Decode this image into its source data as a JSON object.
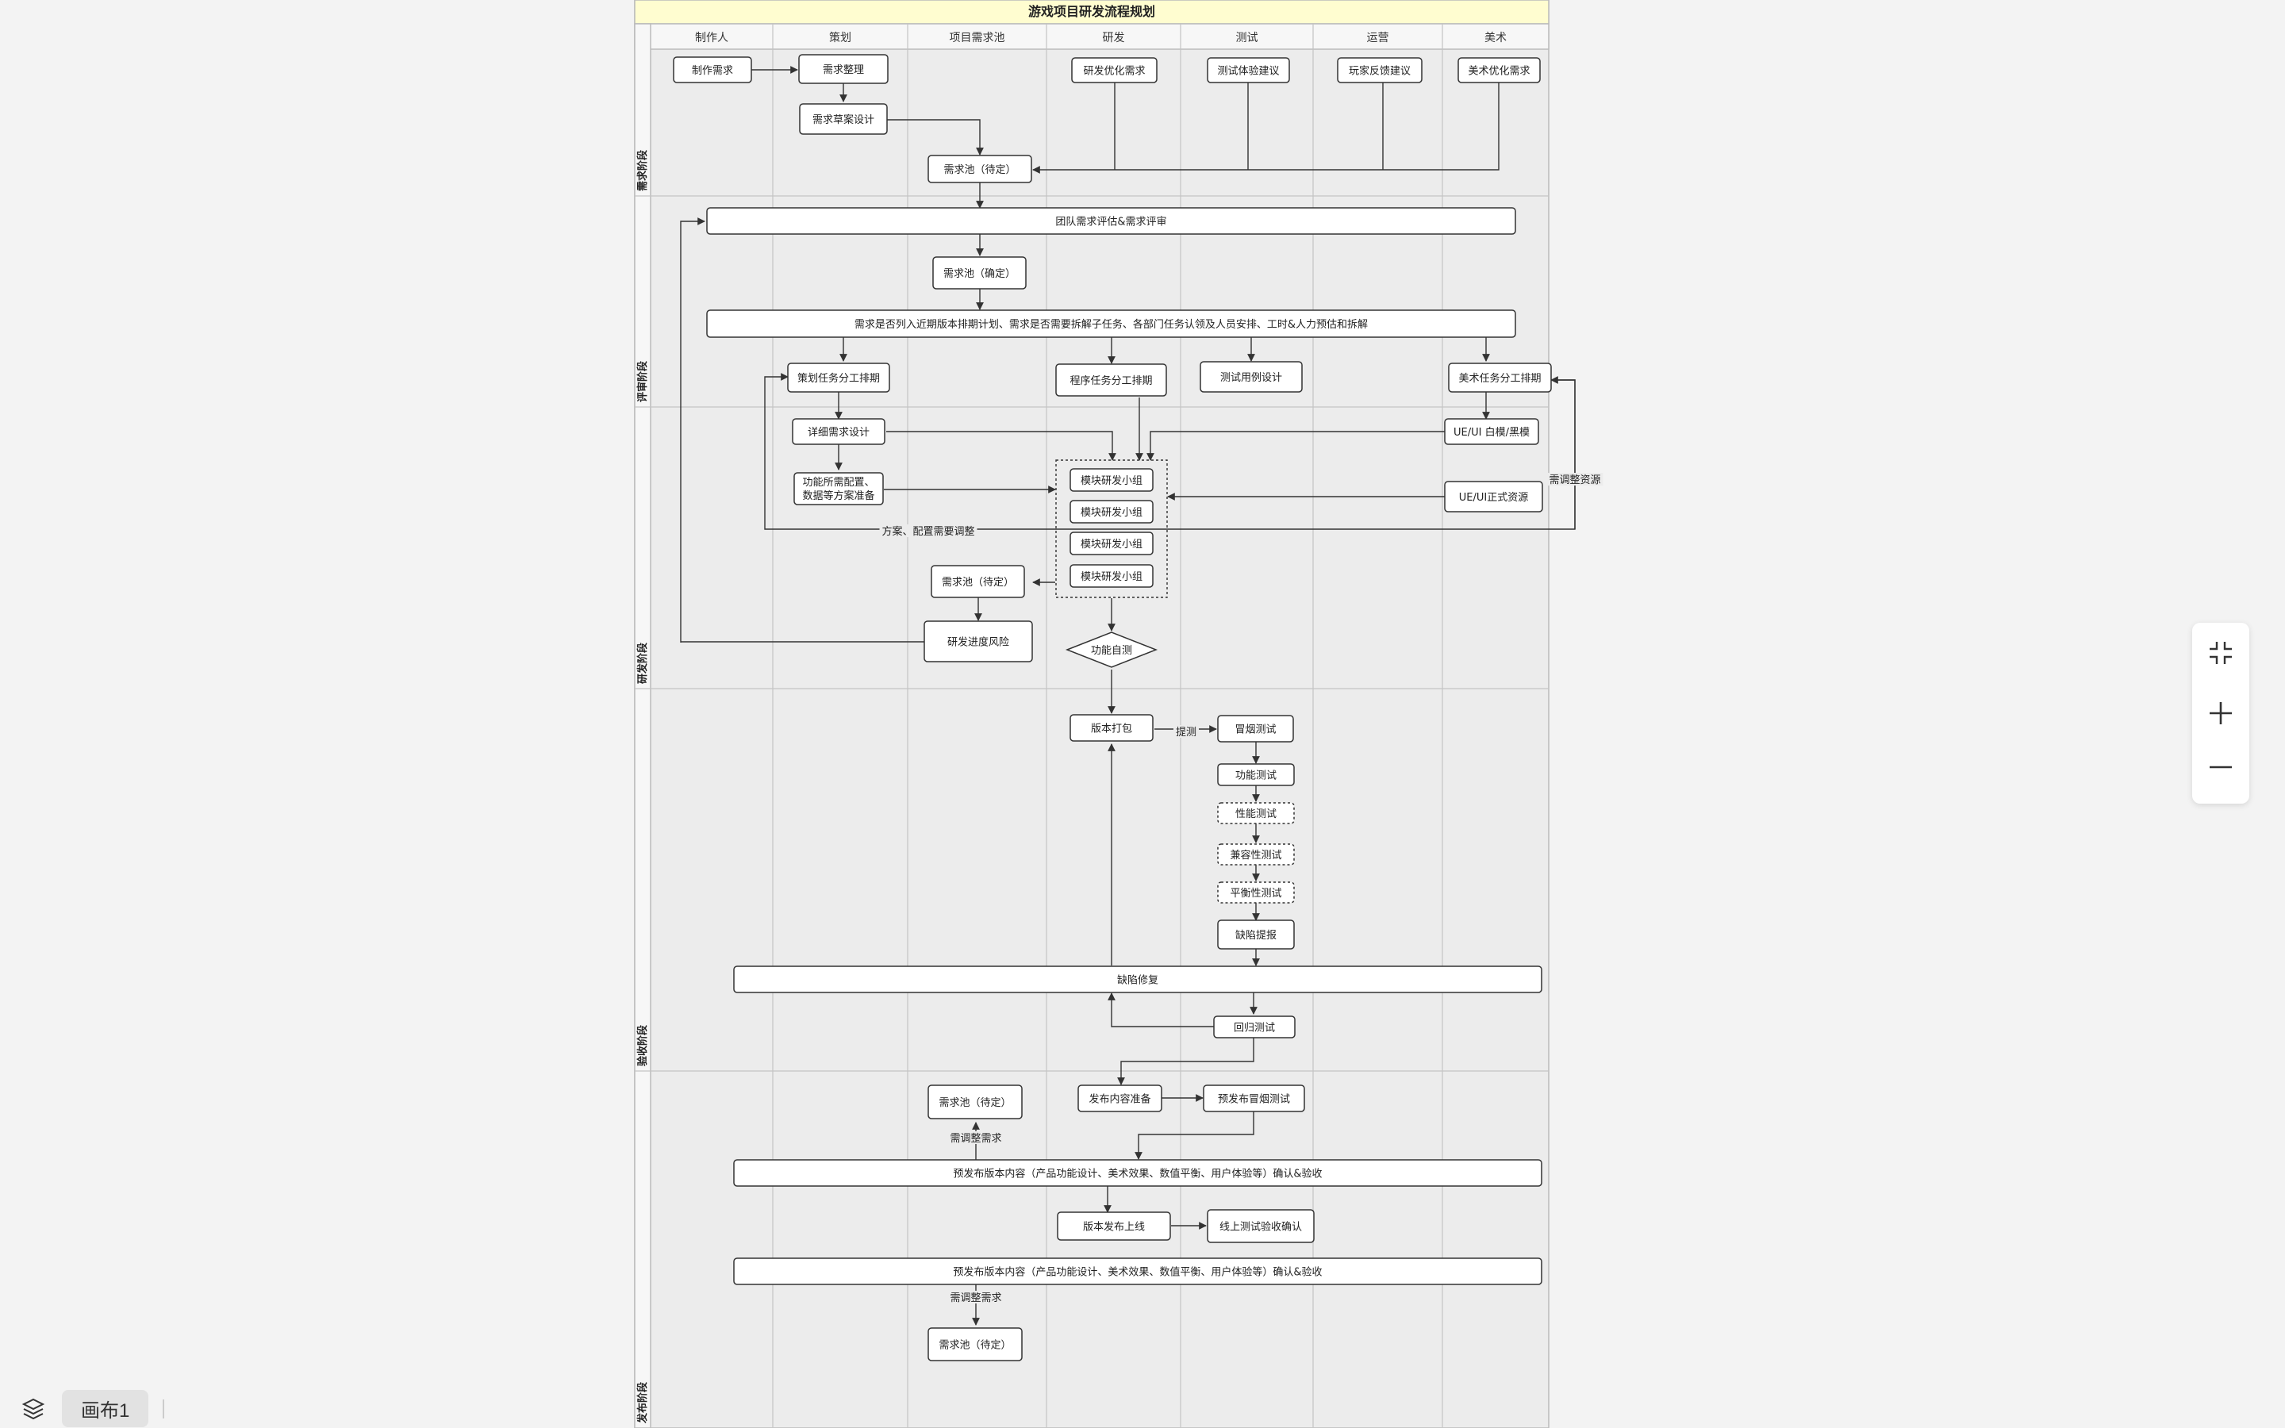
{
  "diagram": {
    "title": "游戏项目研发流程规划",
    "columns": [
      "制作人",
      "策划",
      "项目需求池",
      "研发",
      "测试",
      "运营",
      "美术"
    ],
    "stages": [
      "需求阶段",
      "评审阶段",
      "研发阶段",
      "验收阶段",
      "发布阶段"
    ],
    "nodes": {
      "n_zhizuo": "制作需求",
      "n_zhengli": "需求整理",
      "n_caoan": "需求草案设计",
      "n_yfyouhua": "研发优化需求",
      "n_csjianyi": "测试体验建议",
      "n_wjfankui": "玩家反馈建议",
      "n_msyouhua": "美术优化需求",
      "n_pool1": "需求池（待定）",
      "n_pinggu": "团队需求评估&需求评审",
      "n_pool2": "需求池（确定）",
      "n_jihua": "需求是否列入近期版本排期计划、需求是否需要拆解子任务、各部门任务认领及人员安排、工时&人力预估和拆解",
      "n_chrenwu": "策划任务分工排期",
      "n_cxrenwu": "程序任务分工排期",
      "n_csyongli": "测试用例设计",
      "n_msrenwu": "美术任务分工排期",
      "n_xiangxi": "详细需求设计",
      "n_uebai": "UE/UI 白模/黑模",
      "n_peizhi1": "功能所需配置、",
      "n_peizhi2": "数据等方案准备",
      "n_mk1": "模块研发小组",
      "n_mk2": "模块研发小组",
      "n_mk3": "模块研发小组",
      "n_mk4": "模块研发小组",
      "n_uezhengshi": "UE/UI正式资源",
      "n_pool3": "需求池（待定）",
      "n_jindu": "研发进度风险",
      "n_zice": "功能自测",
      "n_dabao": "版本打包",
      "n_maoyan": "冒烟测试",
      "n_gongneng": "功能测试",
      "n_xingneng": "性能测试",
      "n_jianrong": "兼容性测试",
      "n_pingheng": "平衡性测试",
      "n_quexian": "缺陷提报",
      "n_xiufu": "缺陷修复",
      "n_huigui": "回归测试",
      "n_pool4": "需求池（待定）",
      "n_fabuzhunbei": "发布内容准备",
      "n_yfmaoyan": "预发布冒烟测试",
      "n_yanshou1": "预发布版本内容（产品功能设计、美术效果、数值平衡、用户体验等）确认&验收",
      "n_shangxian": "版本发布上线",
      "n_xianshang": "线上测试验收确认",
      "n_yanshou2": "预发布版本内容（产品功能设计、美术效果、数值平衡、用户体验等）确认&验收",
      "n_pool5": "需求池（待定）"
    },
    "labels": {
      "l_fangan": "方案、配置需要调整",
      "l_ziyuan": "需调整资源",
      "l_tice": "提测",
      "l_tiaozheng1": "需调整需求",
      "l_tiaozheng2": "需调整需求"
    }
  },
  "ui": {
    "canvas_tab": "画布1",
    "icons": {
      "fit": "fit-screen-icon",
      "zoom_in": "zoom-in-icon",
      "zoom_out": "zoom-out-icon",
      "layers": "layers-icon"
    }
  }
}
